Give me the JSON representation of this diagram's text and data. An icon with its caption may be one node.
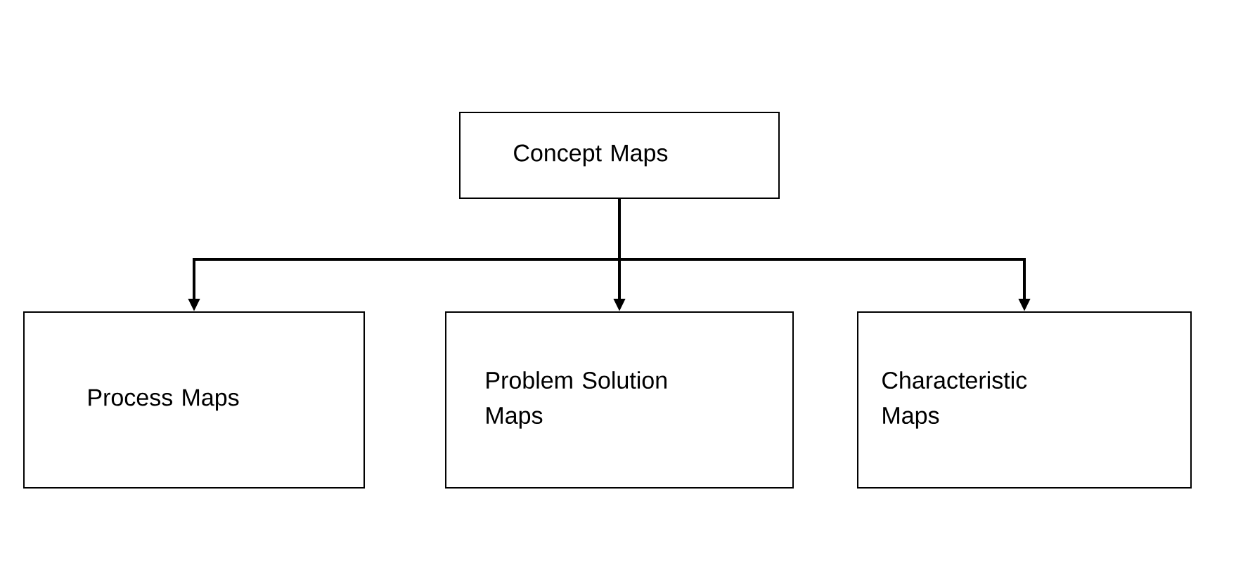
{
  "diagram": {
    "nodes": [
      {
        "text": [
          "Concept Maps"
        ]
      },
      {
        "text": [
          "Process Maps"
        ]
      },
      {
        "text": [
          "Problem Solution Maps"
        ]
      },
      {
        "text": [
          "Characteristic Maps"
        ]
      }
    ],
    "edges": [
      {
        "from": 0,
        "to": 1,
        "arrow": "to"
      },
      {
        "from": 0,
        "to": 2,
        "arrow": "to"
      },
      {
        "from": 0,
        "to": 3,
        "arrow": "to"
      }
    ]
  }
}
